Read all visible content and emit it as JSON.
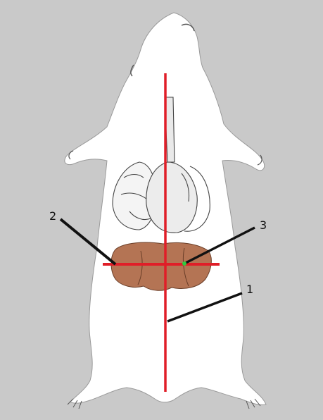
{
  "labels": {
    "one": "1",
    "two": "2",
    "three": "3"
  },
  "colors": {
    "background": "#c9c9c9",
    "body": "#ffffff",
    "organ_outline": "#444444",
    "liver": "#b47454",
    "red_line": "#e01e28",
    "pointer": "#111111",
    "point_marker": "#2ecc40"
  }
}
